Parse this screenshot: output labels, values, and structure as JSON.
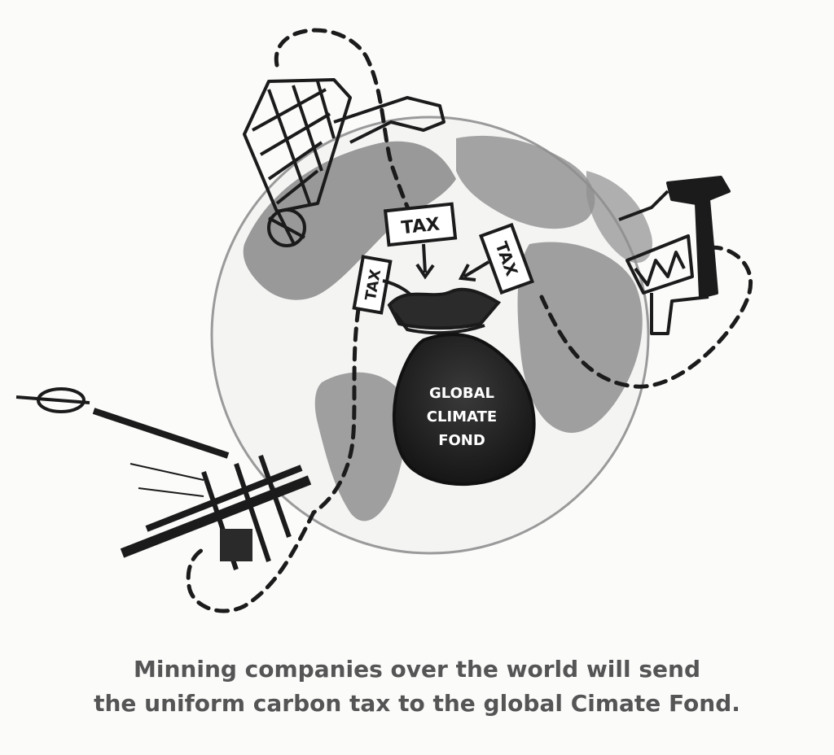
{
  "illustration": {
    "tax_sign_top": "TAX",
    "tax_sign_left": "TAX",
    "tax_sign_right": "TAX",
    "fund_line_1": "GLOBAL",
    "fund_line_2": "CLIMATE",
    "fund_line_3": "FOND"
  },
  "caption": {
    "line_1": "Minning companies over the world will send",
    "line_2": "the uniform carbon tax to the global Cimate Fond."
  },
  "colors": {
    "ink": "#1b1b1b",
    "globe_land": "#8f8f8f",
    "globe_sea": "#f4f4f3",
    "caption": "#555555"
  }
}
